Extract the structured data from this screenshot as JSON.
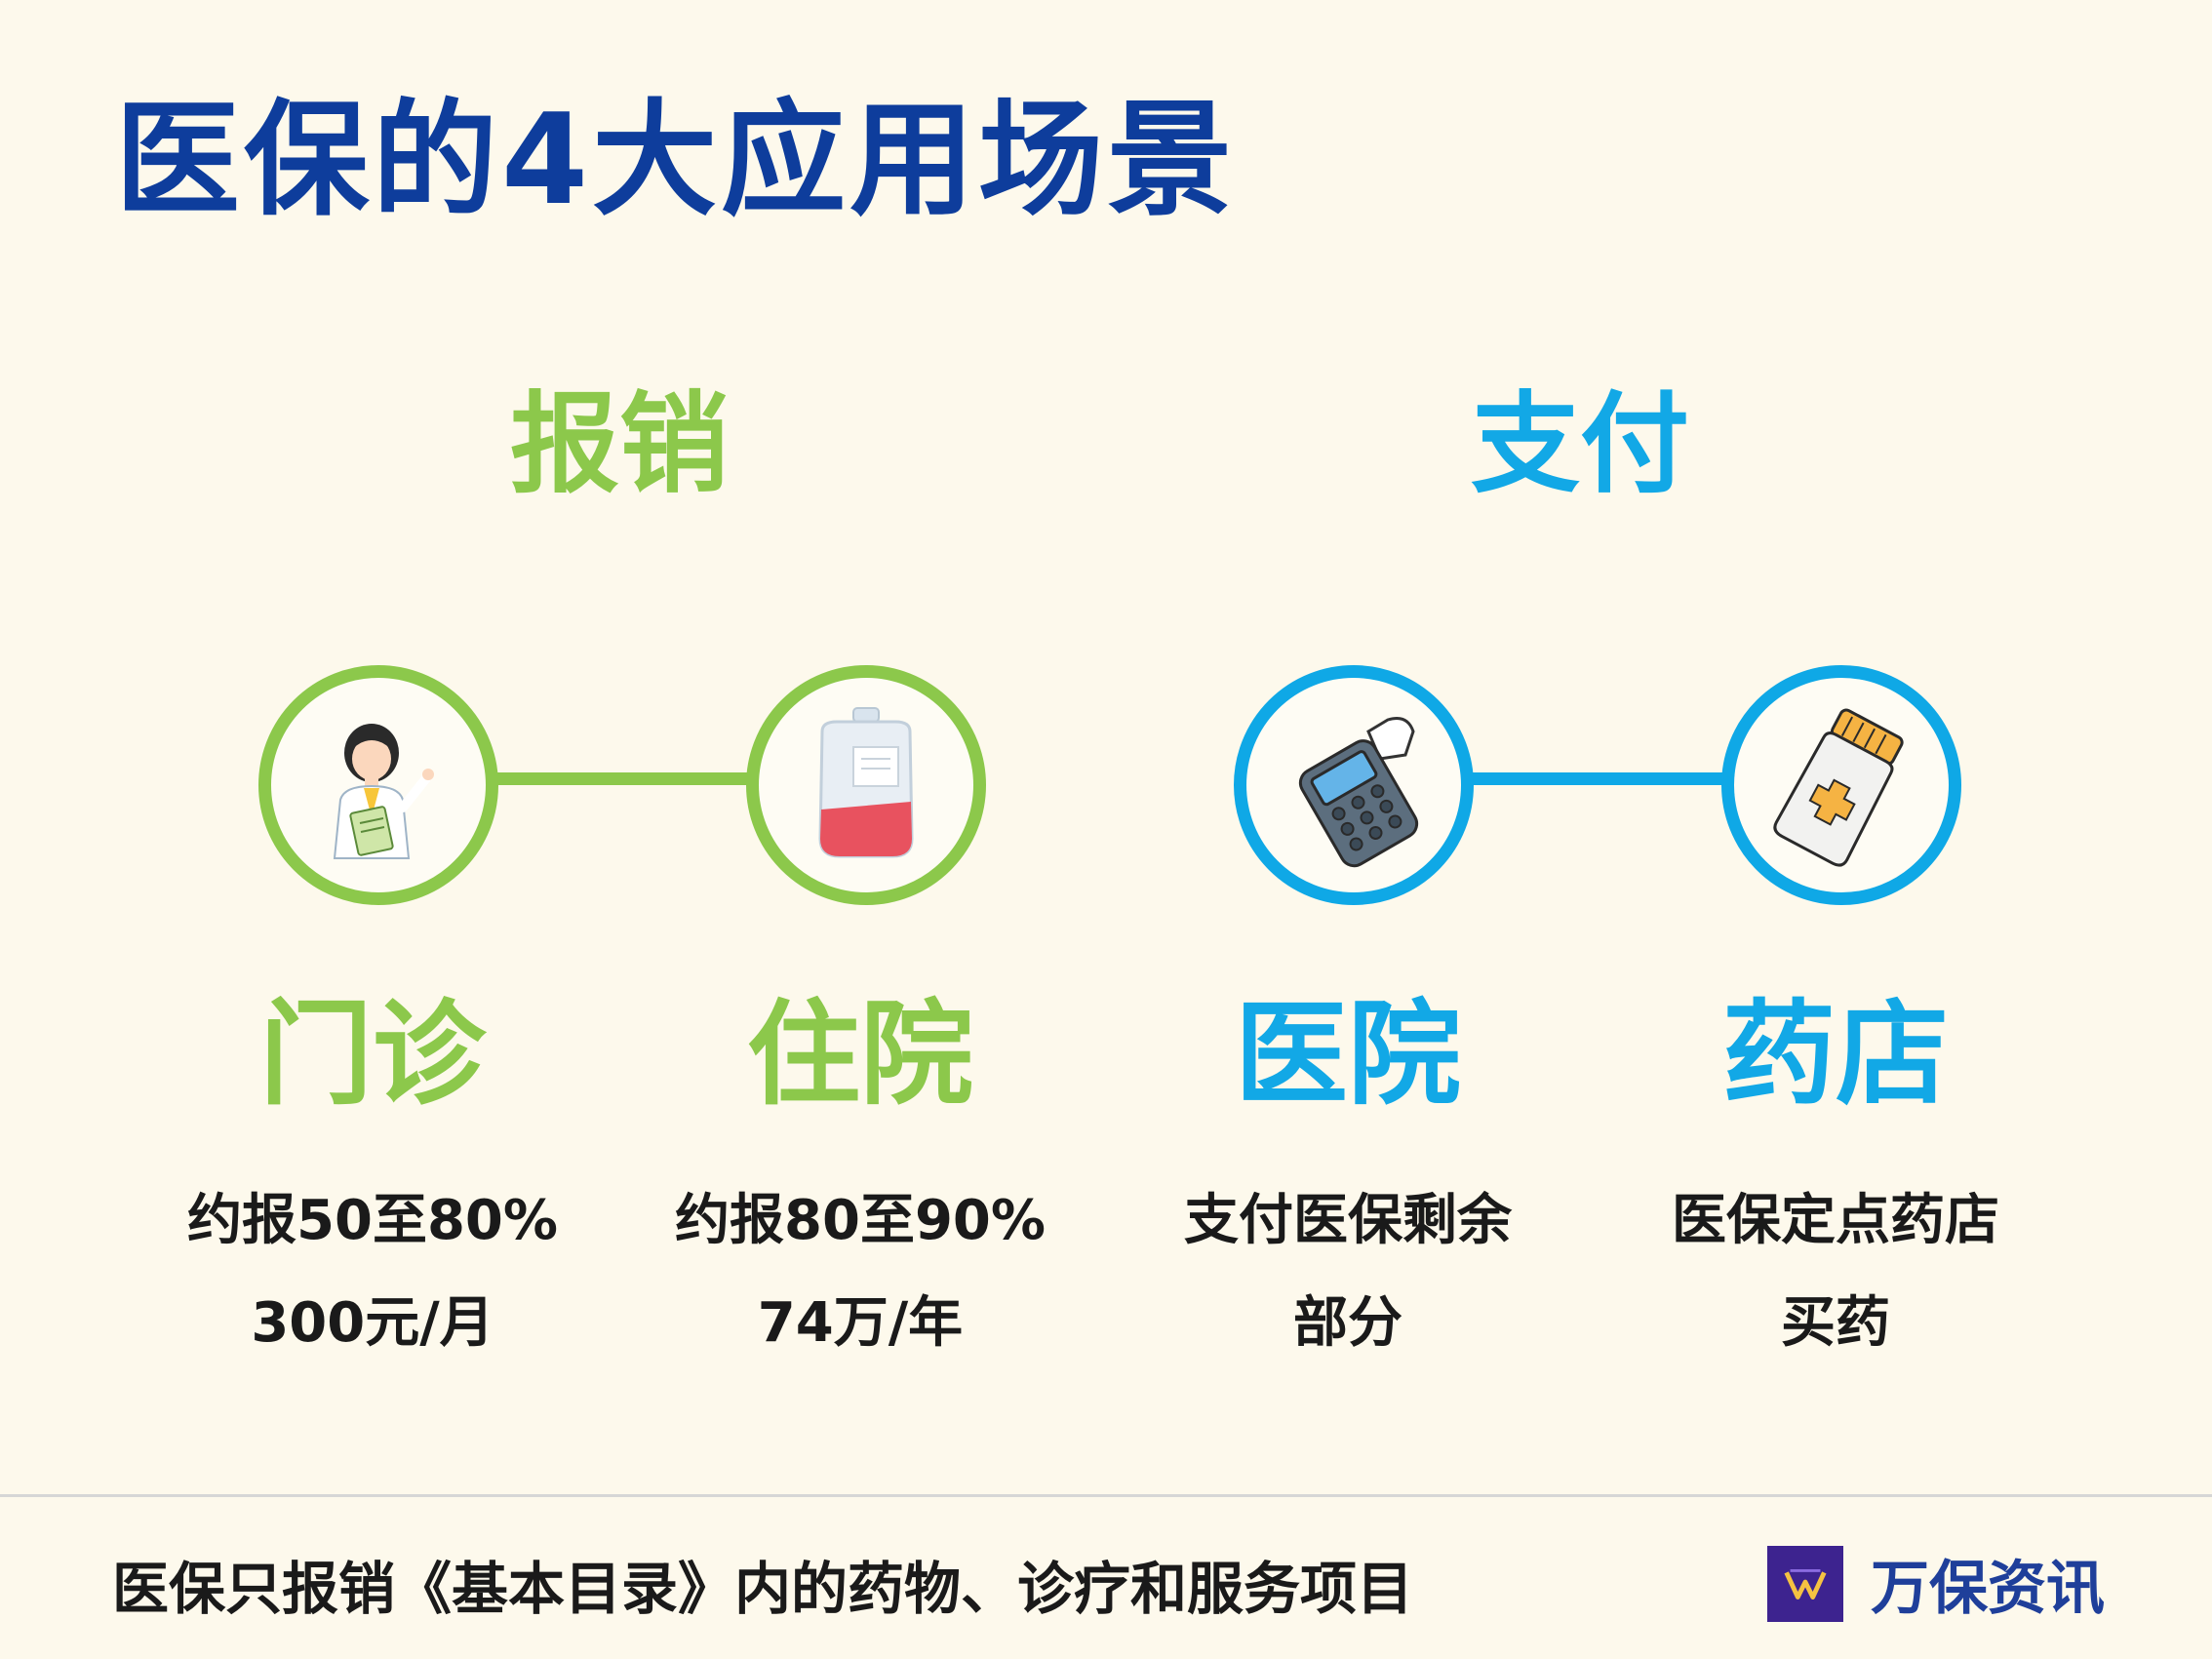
{
  "page": {
    "title": "医保的4大应用场景"
  },
  "groups": [
    {
      "label": "报销",
      "color": "#8cc84b"
    },
    {
      "label": "支付",
      "color": "#12a8e6"
    }
  ],
  "scenes": [
    {
      "label": "门诊",
      "icon": "doctor-icon",
      "line1": "约报50至80%",
      "line2": "300元/月"
    },
    {
      "label": "住院",
      "icon": "iv-bag-icon",
      "line1": "约报80至90%",
      "line2": "74万/年"
    },
    {
      "label": "医院",
      "icon": "pos-terminal-icon",
      "line1": "支付医保剩余",
      "line2": "部分"
    },
    {
      "label": "药店",
      "icon": "medicine-bottle-icon",
      "line1": "医保定点药店",
      "line2": "买药"
    }
  ],
  "footer": {
    "note": "医保只报销《基本目录》内的药物、诊疗和服务项目",
    "brand": "万保资讯"
  }
}
